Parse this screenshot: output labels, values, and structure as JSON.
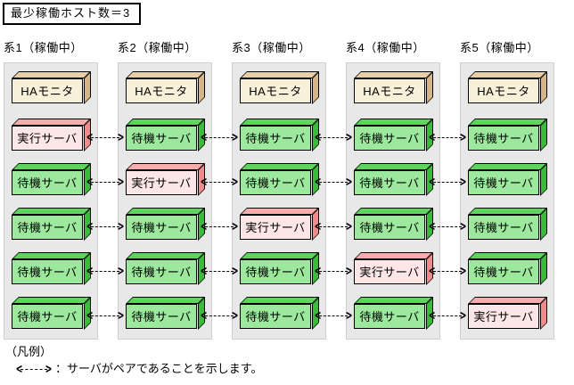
{
  "title": "最少稼働ホスト数＝3",
  "columns": [
    {
      "header": "系1（稼働中）",
      "ha_label": "HAモニタ",
      "servers": [
        {
          "label": "実行サーバ",
          "type": "active"
        },
        {
          "label": "待機サーバ",
          "type": "standby"
        },
        {
          "label": "待機サーバ",
          "type": "standby"
        },
        {
          "label": "待機サーバ",
          "type": "standby"
        },
        {
          "label": "待機サーバ",
          "type": "standby"
        }
      ]
    },
    {
      "header": "系2（稼働中）",
      "ha_label": "HAモニタ",
      "servers": [
        {
          "label": "待機サーバ",
          "type": "standby"
        },
        {
          "label": "実行サーバ",
          "type": "active"
        },
        {
          "label": "待機サーバ",
          "type": "standby"
        },
        {
          "label": "待機サーバ",
          "type": "standby"
        },
        {
          "label": "待機サーバ",
          "type": "standby"
        }
      ]
    },
    {
      "header": "系3（稼働中）",
      "ha_label": "HAモニタ",
      "servers": [
        {
          "label": "待機サーバ",
          "type": "standby"
        },
        {
          "label": "待機サーバ",
          "type": "standby"
        },
        {
          "label": "実行サーバ",
          "type": "active"
        },
        {
          "label": "待機サーバ",
          "type": "standby"
        },
        {
          "label": "待機サーバ",
          "type": "standby"
        }
      ]
    },
    {
      "header": "系4（稼働中）",
      "ha_label": "HAモニタ",
      "servers": [
        {
          "label": "待機サーバ",
          "type": "standby"
        },
        {
          "label": "待機サーバ",
          "type": "standby"
        },
        {
          "label": "待機サーバ",
          "type": "standby"
        },
        {
          "label": "実行サーバ",
          "type": "active"
        },
        {
          "label": "待機サーバ",
          "type": "standby"
        }
      ]
    },
    {
      "header": "系5（稼働中）",
      "ha_label": "HAモニタ",
      "servers": [
        {
          "label": "待機サーバ",
          "type": "standby"
        },
        {
          "label": "待機サーバ",
          "type": "standby"
        },
        {
          "label": "待機サーバ",
          "type": "standby"
        },
        {
          "label": "待機サーバ",
          "type": "standby"
        },
        {
          "label": "実行サーバ",
          "type": "active"
        }
      ]
    }
  ],
  "legend": {
    "heading": "（凡例）",
    "text": "：サーバがペアであることを示します。"
  },
  "colors": {
    "active_front": "#fde6e6",
    "active_top": "#f8acac",
    "active_side": "#f28c8c",
    "standby_front": "#9ce89c",
    "standby_top": "#5ed45e",
    "standby_side": "#3abc3a",
    "ha_front": "#f9f0da",
    "ha_top": "#e7d0a8",
    "ha_side": "#d5b687",
    "panel_bg": "#e8e8e8"
  }
}
